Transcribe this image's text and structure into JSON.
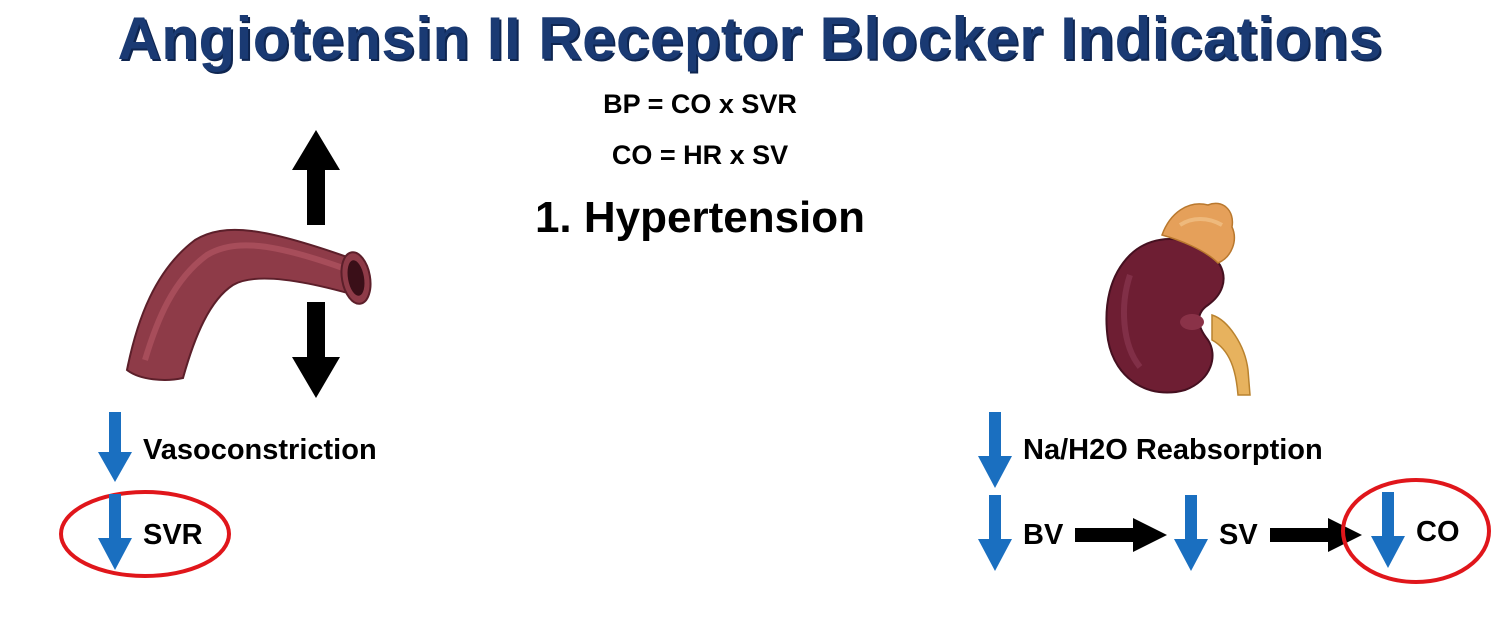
{
  "title": "Angiotensin II Receptor Blocker Indications",
  "equations": [
    "BP = CO x SVR",
    "CO = HR x SV"
  ],
  "subtitle": "1. Hypertension",
  "left": {
    "effect": "Vasoconstriction",
    "result": "SVR"
  },
  "right": {
    "effect": "Na/H2O Reabsorption",
    "chain": [
      "BV",
      "SV",
      "CO"
    ]
  },
  "colors": {
    "title": "#1a3a73",
    "down_arrow": "#1a6fc0",
    "highlight_circle": "#e0161b",
    "vessel": "#8e3b48",
    "kidney": "#6e1e33",
    "adrenal": "#e5a05a",
    "ureter": "#e7b25e"
  },
  "icons": [
    "blood-vessel-icon",
    "kidney-icon",
    "up-arrow-icon",
    "down-arrow-icon",
    "right-arrow-icon"
  ]
}
